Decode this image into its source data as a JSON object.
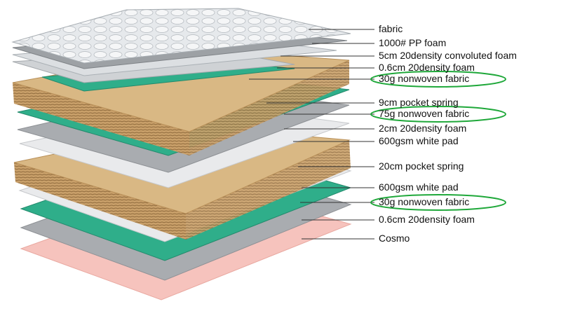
{
  "diagram": {
    "layers": [
      {
        "label": "fabric",
        "circled": false
      },
      {
        "label": "1000# PP foam",
        "circled": false
      },
      {
        "label": "5cm 20density convoluted foam",
        "circled": false
      },
      {
        "label": "0.6cm 20density foam",
        "circled": false
      },
      {
        "label": "30g nonwoven fabric",
        "circled": true
      },
      {
        "label": "9cm pocket spring",
        "circled": false
      },
      {
        "label": "75g nonwoven fabric",
        "circled": true
      },
      {
        "label": "2cm 20density foam",
        "circled": false
      },
      {
        "label": "600gsm white pad",
        "circled": false
      },
      {
        "label": "20cm pocket spring",
        "circled": false
      },
      {
        "label": "600gsm white pad",
        "circled": false
      },
      {
        "label": "30g nonwoven fabric",
        "circled": true
      },
      {
        "label": "0.6cm 20density foam",
        "circled": false
      },
      {
        "label": "Cosmo",
        "circled": false
      }
    ],
    "colors": {
      "fabric": "#dfe3e6",
      "foam_grey": "#a9acb0",
      "white_pad": "#e9eaec",
      "nonwoven_green": "#2fae8a",
      "spring_tan": "#d9b884",
      "spring_side": "#c49a62",
      "cosmo_pink": "#f6c3bd",
      "highlight_ring": "#1fa83a",
      "leader_line": "#333333"
    }
  }
}
